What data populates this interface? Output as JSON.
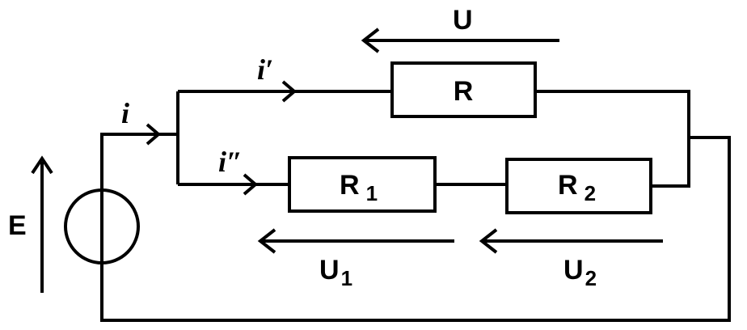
{
  "diagram": {
    "components": {
      "source_label": "E",
      "resistor_r": "R",
      "resistor_r1": {
        "main": "R",
        "sub": "1"
      },
      "resistor_r2": {
        "main": "R",
        "sub": "2"
      }
    },
    "currents": {
      "total": "i",
      "branch_top": "i′",
      "branch_bottom": "i″"
    },
    "voltages": {
      "u": "U",
      "u1": {
        "main": "U",
        "sub": "1"
      },
      "u2": {
        "main": "U",
        "sub": "2"
      }
    }
  }
}
